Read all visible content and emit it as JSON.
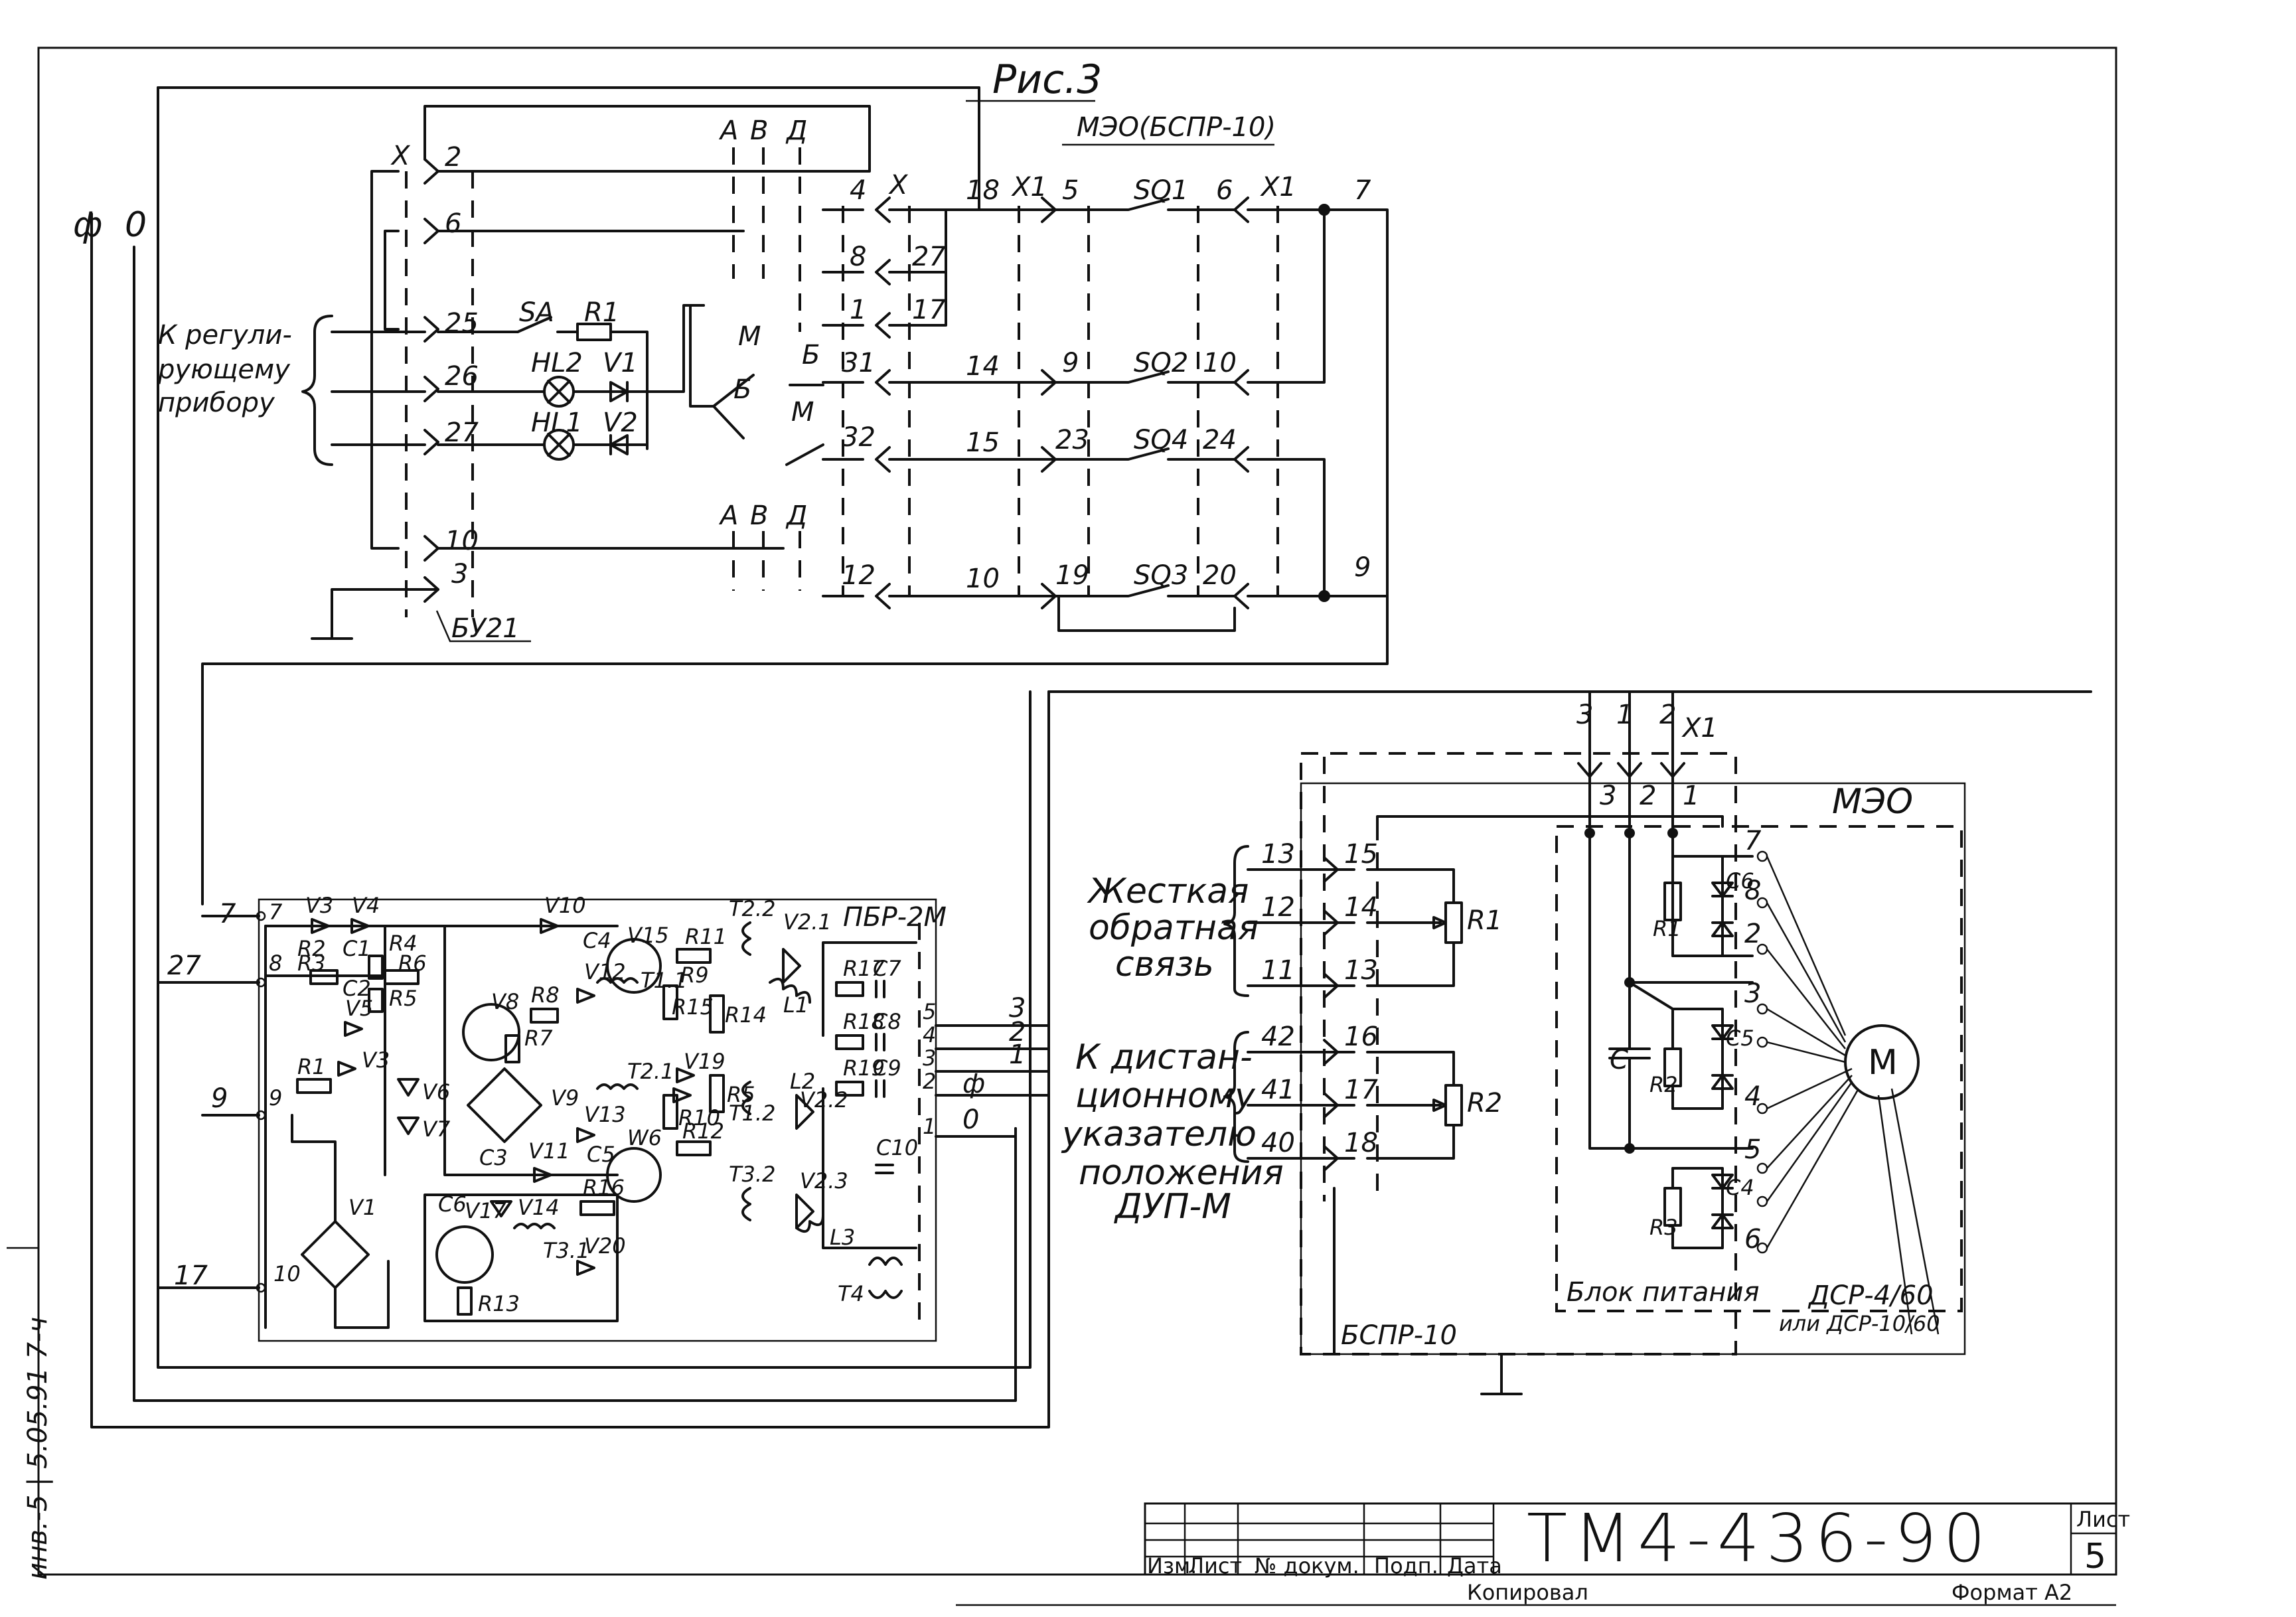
{
  "figure_title": "Рис.3",
  "top": {
    "meo_label": "МЭО(БСПР-10)",
    "x_label": "X",
    "x1_label": "X1",
    "phase_labels": [
      "ф",
      "0"
    ],
    "regulator_label": [
      "К регули-",
      "рующему",
      "прибору"
    ],
    "left_connector_pins": [
      "2",
      "6",
      "25",
      "26",
      "27",
      "10",
      "3"
    ],
    "bu_label": "БУ21",
    "switch_cols": [
      "А",
      "В",
      "Д"
    ],
    "switch_marks": [
      "М",
      "Б",
      "Б",
      "М"
    ],
    "sa_label": "SA",
    "r1_label": "R1",
    "lamps": [
      "HL2",
      "HL1"
    ],
    "diodes": [
      "V1",
      "V2"
    ],
    "mid_connector_pins": [
      "4",
      "8",
      "1",
      "31",
      "32",
      "12"
    ],
    "mid_connector_right": [
      "27",
      "17"
    ],
    "wire_numbers": [
      "18",
      "14",
      "15",
      "10"
    ],
    "meo_pins_left": [
      "5",
      "9",
      "23",
      "19"
    ],
    "meo_switches": [
      "SQ1",
      "SQ2",
      "SQ4",
      "SQ3"
    ],
    "meo_pins_right": [
      "6",
      "10",
      "24",
      "20"
    ],
    "right_wires": [
      "7",
      "9"
    ]
  },
  "pbr": {
    "title": "ПБР-2М",
    "inputs": [
      "7",
      "27",
      "9",
      "17"
    ],
    "nodes": [
      "7",
      "8",
      "9",
      "10"
    ],
    "components": [
      "V3",
      "V4",
      "R2",
      "R3",
      "C1",
      "C2",
      "R4",
      "R5",
      "R6",
      "V5",
      "V3",
      "R1",
      "V6",
      "V7",
      "V8",
      "V9",
      "C3",
      "R8",
      "R7",
      "V10",
      "C4",
      "V12",
      "V15",
      "T1.1",
      "R11",
      "R9",
      "R14",
      "R15",
      "V13",
      "V11",
      "C5",
      "W6",
      "T2.1",
      "V19",
      "R10",
      "R12",
      "R16",
      "C6",
      "V17",
      "V14",
      "T3.1",
      "V20",
      "R13",
      "V1",
      "T2.2",
      "V2.1",
      "L1",
      "R17",
      "C7",
      "R18",
      "C8",
      "R19",
      "C9",
      "R5",
      "T1.2",
      "L2",
      "V2.2",
      "T3.2",
      "V2.3",
      "L3",
      "C10",
      "T4"
    ],
    "outputs_pins": [
      "5",
      "4",
      "3",
      "2",
      "1"
    ],
    "outputs_wires": [
      "3",
      "2",
      "1",
      "ф",
      "0"
    ]
  },
  "right": {
    "meo_title": "МЭО",
    "x1": "X1",
    "top_wires": [
      "3",
      "1",
      "2"
    ],
    "x1_pins": [
      "3",
      "2",
      "1"
    ],
    "feedback_label": [
      "Жесткая",
      "обратная",
      "связь"
    ],
    "feedback_wires": [
      "13",
      "12",
      "11"
    ],
    "feedback_pins": [
      "15",
      "14",
      "13"
    ],
    "r1": "R1",
    "indicator_label": [
      "К дистан-",
      "ционному",
      "указателю",
      "положения",
      "ДУП-М"
    ],
    "indicator_wires": [
      "42",
      "41",
      "40"
    ],
    "indicator_pins": [
      "16",
      "17",
      "18"
    ],
    "r2": "R2",
    "bspr": "БСПР-10",
    "power_block": "Блок питания",
    "motor": "М",
    "cap": "C",
    "power_components": [
      "C6",
      "R1",
      "C5",
      "R2",
      "C4",
      "R3"
    ],
    "power_pins": [
      "7",
      "8",
      "2",
      "3",
      "5",
      "4",
      "5",
      "6"
    ],
    "dsr": [
      "ДСР-4/60",
      "или ДСР-10/60"
    ]
  },
  "stamp": {
    "doc_number": "ТМ4-436-90",
    "columns": [
      "Изм.",
      "Лист",
      "№ докум.",
      "Подп.",
      "Дата"
    ],
    "sheet_label": "Лист",
    "sheet": "5",
    "copied": "Копировал",
    "format": "Формат А2"
  },
  "margin_note": "инв.-5 | 5.05.91 7-ч"
}
